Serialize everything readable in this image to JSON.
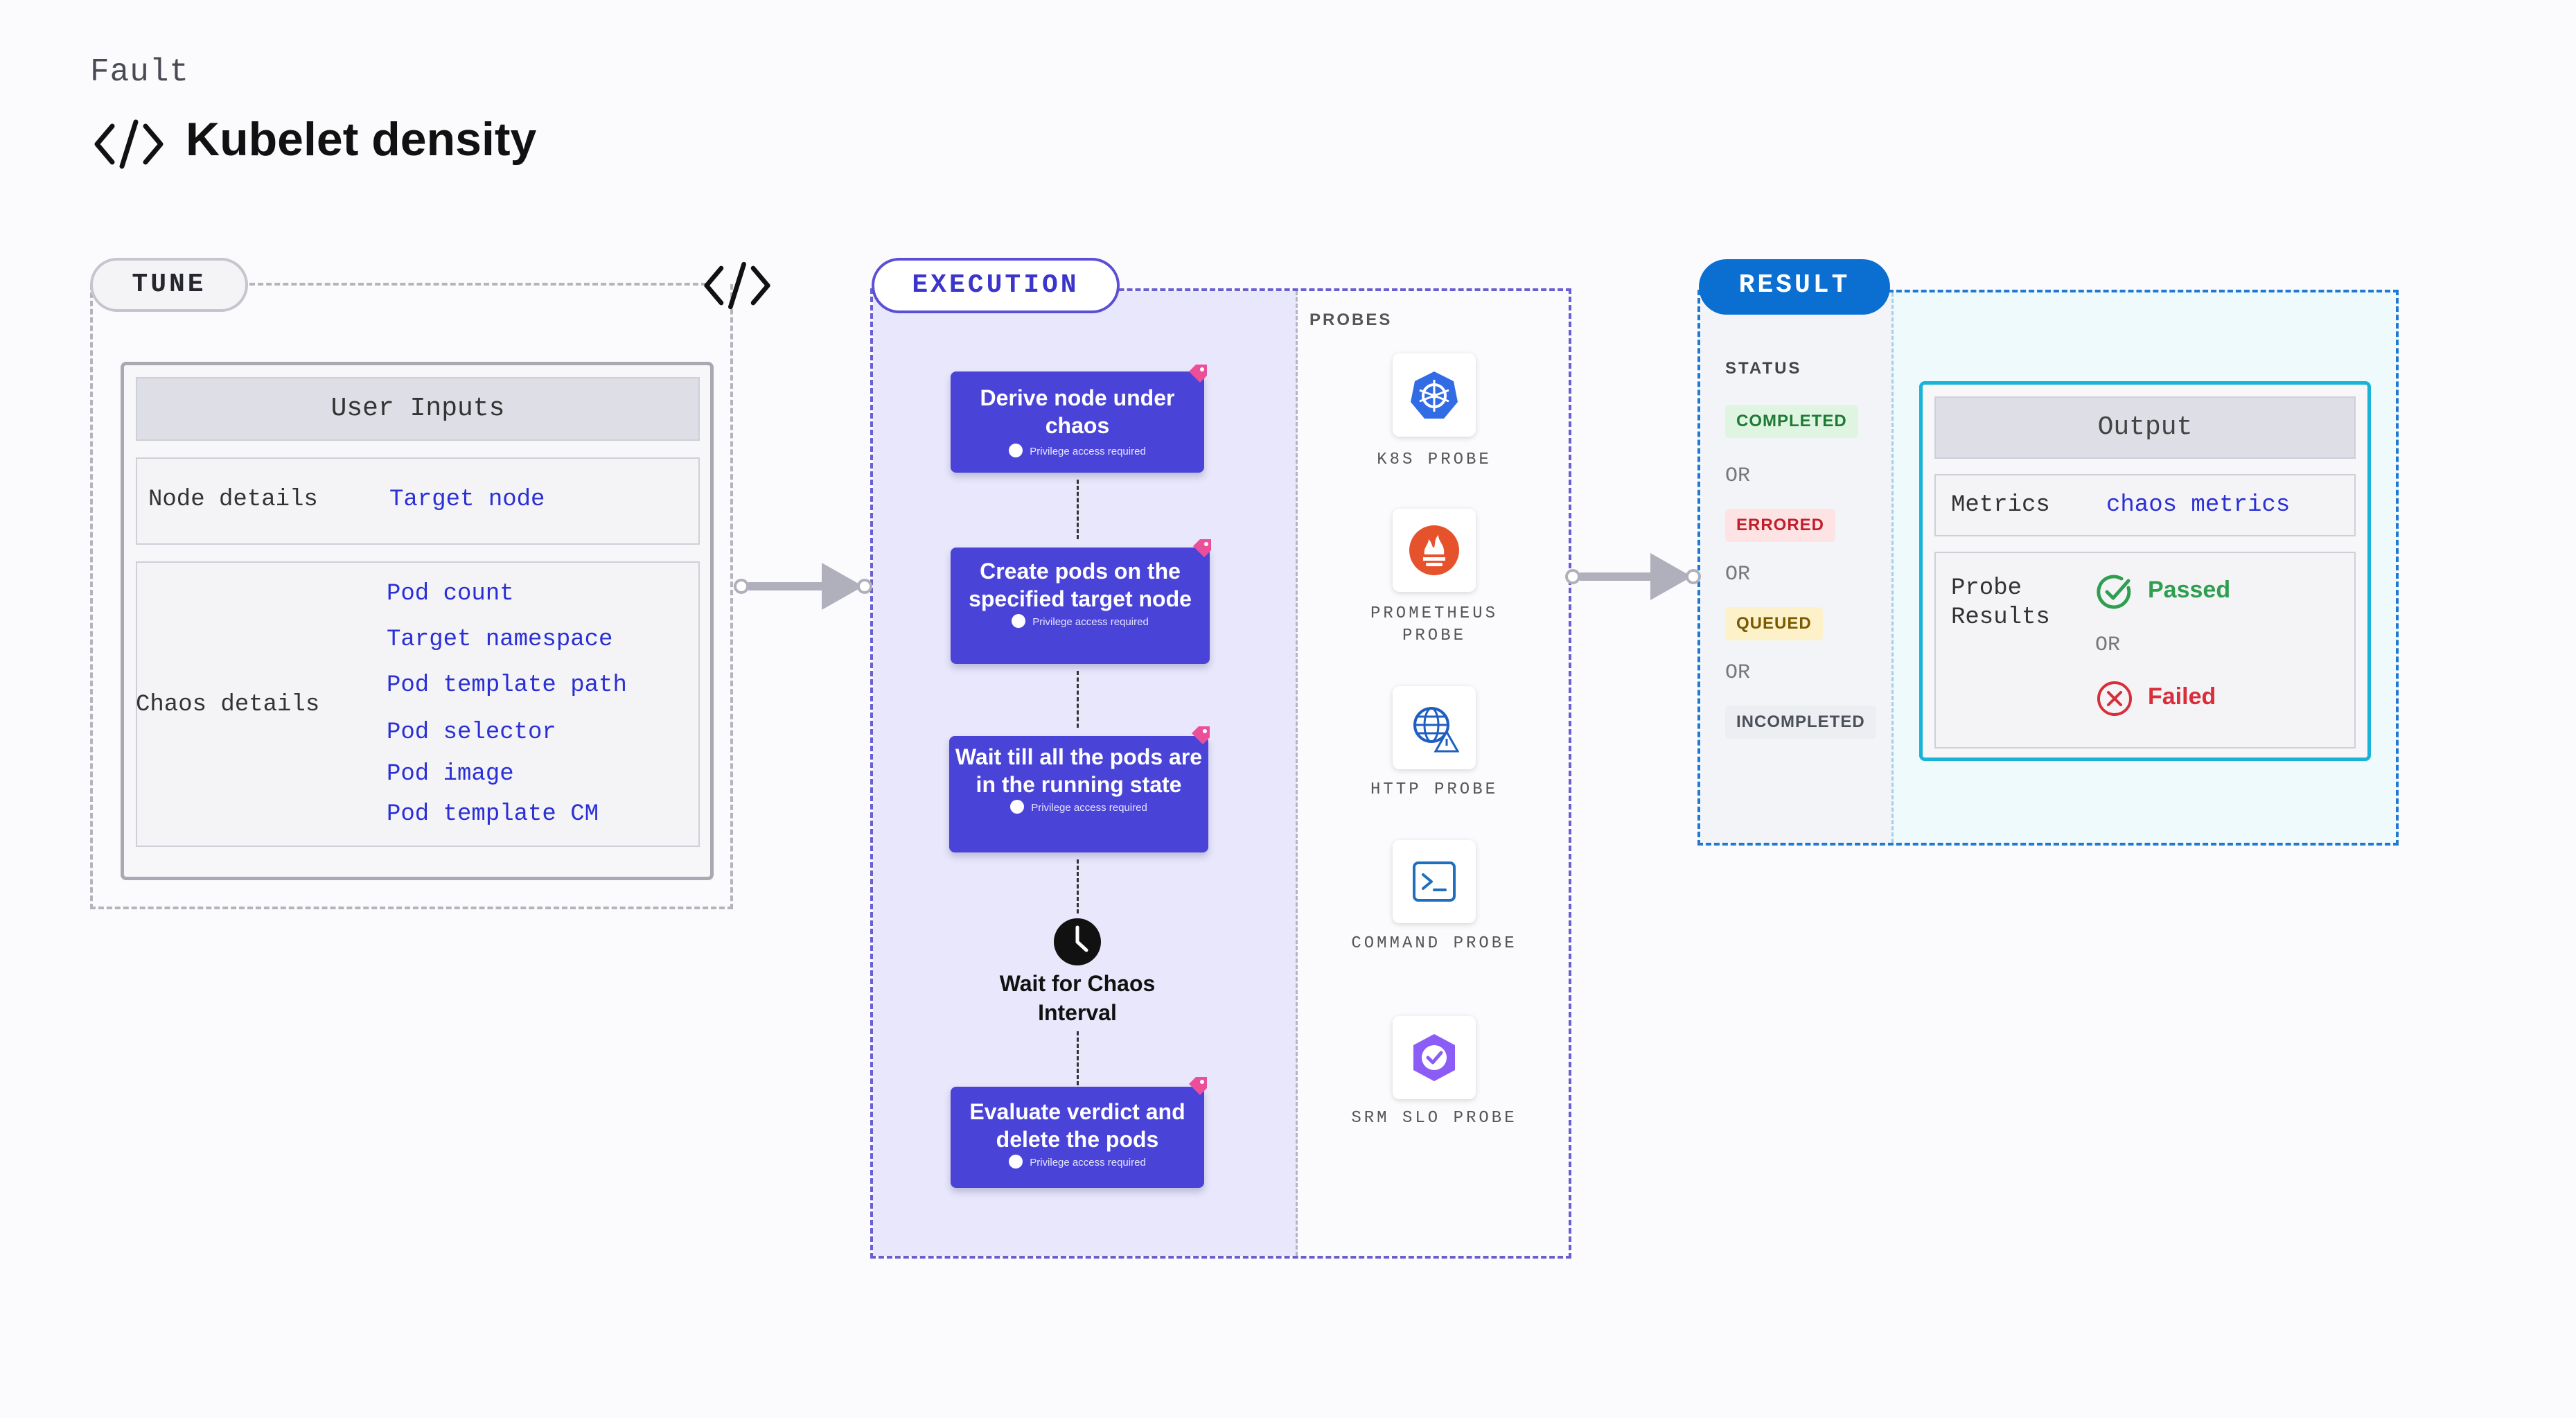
{
  "header": {
    "category": "Fault",
    "title": "Kubelet density"
  },
  "tune": {
    "pill": "TUNE",
    "user_inputs_title": "User Inputs",
    "node_details_label": "Node details",
    "node_params": [
      "Target node"
    ],
    "chaos_details_label": "Chaos details",
    "chaos_params": [
      "Pod count",
      "Target namespace",
      "Pod template path",
      "Pod selector",
      "Pod image",
      "Pod template CM"
    ]
  },
  "execution": {
    "pill": "EXECUTION",
    "steps": [
      {
        "title": "Derive node under chaos",
        "note": "Privilege access required"
      },
      {
        "title": "Create pods on the specified target node",
        "note": "Privilege access required"
      },
      {
        "title": "Wait till all the pods are in the running state",
        "note": "Privilege access required"
      },
      {
        "title": "Evaluate verdict and delete the pods",
        "note": "Privilege access required"
      }
    ],
    "wait_label": "Wait for Chaos Interval",
    "probes_title": "PROBES",
    "probes": [
      {
        "label": "K8S PROBE",
        "icon": "kubernetes-icon"
      },
      {
        "label": "PROMETHEUS PROBE",
        "icon": "prometheus-icon"
      },
      {
        "label": "HTTP PROBE",
        "icon": "http-globe-icon"
      },
      {
        "label": "COMMAND PROBE",
        "icon": "terminal-icon"
      },
      {
        "label": "SRM SLO PROBE",
        "icon": "srm-slo-icon"
      }
    ]
  },
  "result": {
    "pill": "RESULT",
    "status_title": "STATUS",
    "statuses": [
      "COMPLETED",
      "ERRORED",
      "QUEUED",
      "INCOMPLETED"
    ],
    "or_label": "OR",
    "output_title": "Output",
    "metrics_label": "Metrics",
    "metrics_value": "chaos metrics",
    "probe_results_label": "Probe Results",
    "passed": "Passed",
    "failed": "Failed"
  },
  "colors": {
    "step_fill": "#4a43d8",
    "execution_accent": "#5b4fd6",
    "result_accent": "#0a6fd1",
    "param_text": "#2a2fd6",
    "passed": "#2e9e4f",
    "failed": "#d92d3a"
  }
}
